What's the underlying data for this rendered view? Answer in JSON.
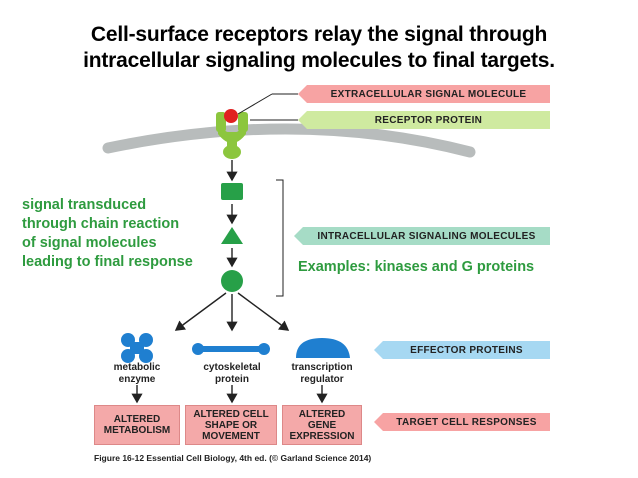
{
  "title": {
    "line1": "Cell-surface receptors relay the signal through",
    "line2": "intracellular signaling molecules to final targets."
  },
  "tags": {
    "extracellular": "EXTRACELLULAR SIGNAL MOLECULE",
    "receptor": "RECEPTOR PROTEIN",
    "intracellular": "INTRACELLULAR SIGNALING MOLECULES",
    "effector": "EFFECTOR PROTEINS",
    "target": "TARGET CELL RESPONSES"
  },
  "annotation": {
    "line1": "signal transduced",
    "line2": "through chain reaction",
    "line3": "of signal molecules",
    "line4": "leading to final response"
  },
  "examples": "Examples: kinases and G proteins",
  "effectors": [
    {
      "line1": "metabolic",
      "line2": "enzyme"
    },
    {
      "line1": "cytoskeletal",
      "line2": "protein"
    },
    {
      "line1": "transcription",
      "line2": "regulator"
    }
  ],
  "responses": [
    {
      "line1": "ALTERED",
      "line2": "METABOLISM",
      "line3": ""
    },
    {
      "line1": "ALTERED CELL",
      "line2": "SHAPE OR",
      "line3": "MOVEMENT"
    },
    {
      "line1": "ALTERED",
      "line2": "GENE",
      "line3": "EXPRESSION"
    }
  ],
  "caption": "Figure 16-12  Essential Cell Biology, 4th ed. (© Garland Science 2014)",
  "colors": {
    "signal_molecule": "#e02020",
    "green_shapes": "#27a048",
    "effector_blue": "#1f7fd0",
    "pink_tag": "#f7a3a3",
    "light_green_tag": "#cfeaa0",
    "teal_tag": "#a6dcc6",
    "blue_tag": "#a6d8f2",
    "response_box": "#f4a9a9",
    "membrane": "#b8bcbc",
    "annotation_text": "#2e9b3f"
  }
}
